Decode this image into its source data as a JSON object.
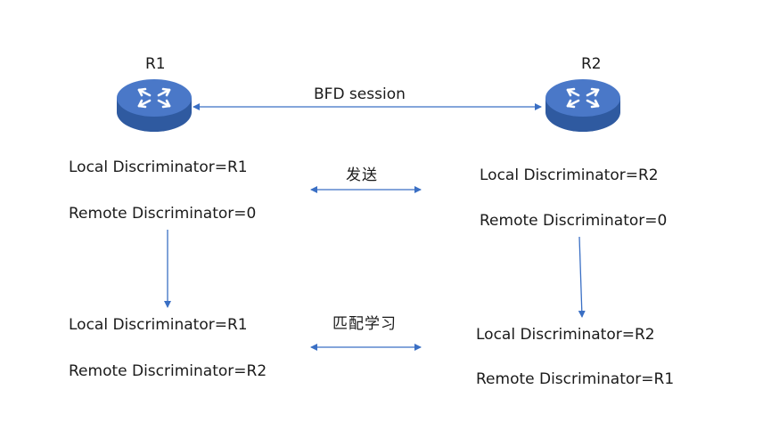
{
  "routers": {
    "r1": {
      "label": "R1",
      "icon": "router-icon"
    },
    "r2": {
      "label": "R2",
      "icon": "router-icon"
    }
  },
  "session": {
    "label": "BFD session"
  },
  "steps": {
    "send": {
      "label": "发送"
    },
    "match": {
      "label": "匹配学习"
    }
  },
  "r1": {
    "before": {
      "local": "Local Discriminator=R1",
      "remote": "Remote Discriminator=0"
    },
    "after": {
      "local": "Local Discriminator=R1",
      "remote": "Remote Discriminator=R2"
    }
  },
  "r2": {
    "before": {
      "local": "Local Discriminator=R2",
      "remote": "Remote Discriminator=0"
    },
    "after": {
      "local": "Local Discriminator=R2",
      "remote": "Remote Discriminator=R1"
    }
  },
  "colors": {
    "router_fill": "#2f5aa0",
    "router_top": "#4a78c8",
    "line": "#3a6fc4"
  }
}
